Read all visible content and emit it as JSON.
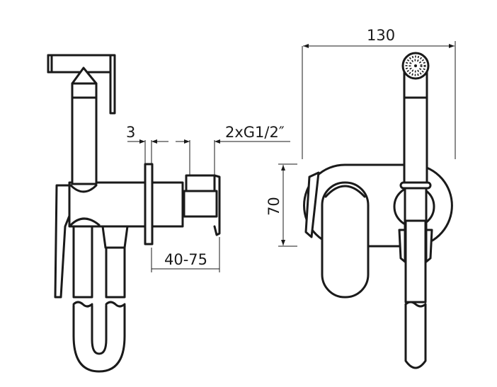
{
  "dimensions": {
    "flange_thickness": "3",
    "thread": "2xG1/2″",
    "depth_range": "40-75",
    "width": "130",
    "height": "70"
  }
}
